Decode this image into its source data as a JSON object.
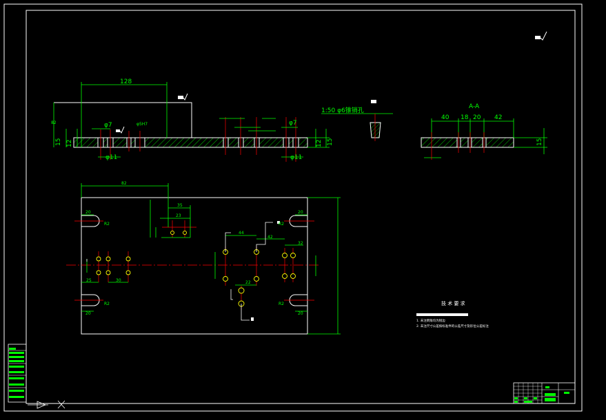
{
  "top_view": {
    "dim_length": "128",
    "dim_height_left": "15",
    "dim_height_inner": "12",
    "dim_height_right_outer": "15",
    "dim_height_right_inner": "12",
    "dia_left": "φ7",
    "dia_left_bottom": "φ11",
    "dia_right": "φ7",
    "dia_right_bottom": "φ11"
  },
  "pin_note": {
    "label": "1:50 φ6锥销孔"
  },
  "section_aa": {
    "title": "A-A",
    "dims": [
      "40",
      "18",
      "20",
      "42"
    ],
    "height": "15"
  },
  "tech_req": {
    "title": "技 术 要 求",
    "lines": [
      "1. 未注倒角均为锐边",
      "2. 未注尺寸公差按标准件的公差尺寸及形位公差标注"
    ]
  },
  "colors": {
    "background": "#000000",
    "outline": "#ffffff",
    "dimension": "#00ff00",
    "centerline": "#ff0000",
    "hatch": "#00ff00",
    "hole": "#ffff00"
  }
}
